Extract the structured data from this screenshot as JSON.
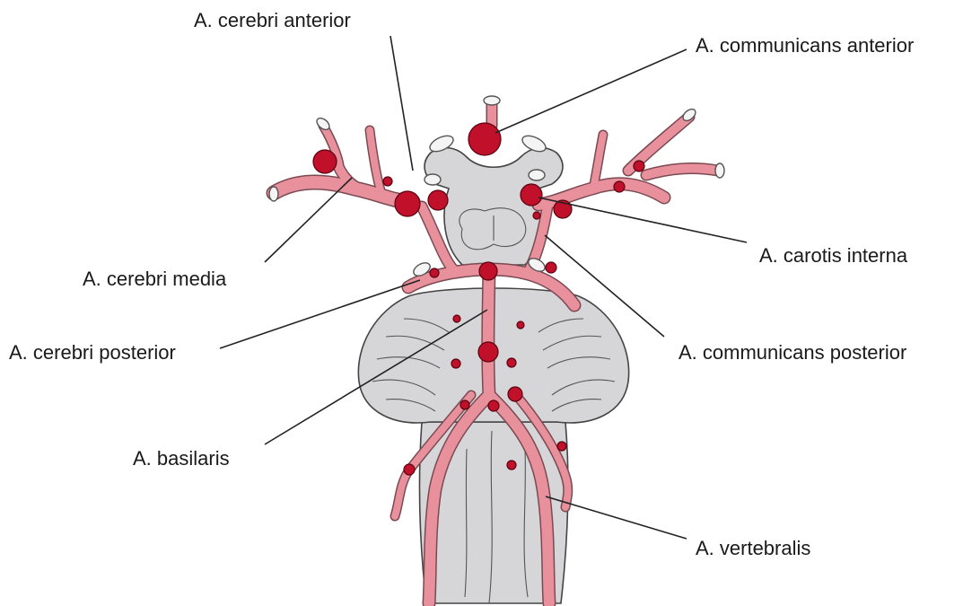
{
  "labels": {
    "cerebri_anterior": "A. cerebri anterior",
    "communicans_anterior": "A. communicans anterior",
    "cerebri_media": "A. cerebri media",
    "carotis_interna": "A. carotis interna",
    "cerebri_posterior": "A. cerebri posterior",
    "communicans_posterior": "A. communicans posterior",
    "basilaris": "A. basilaris",
    "vertebralis": "A. vertebralis"
  },
  "colors": {
    "vessel": "#e8909c",
    "aneurysm": "#c0102a",
    "brain_tissue": "#d6d6d8",
    "text": "#1a1a1a"
  }
}
